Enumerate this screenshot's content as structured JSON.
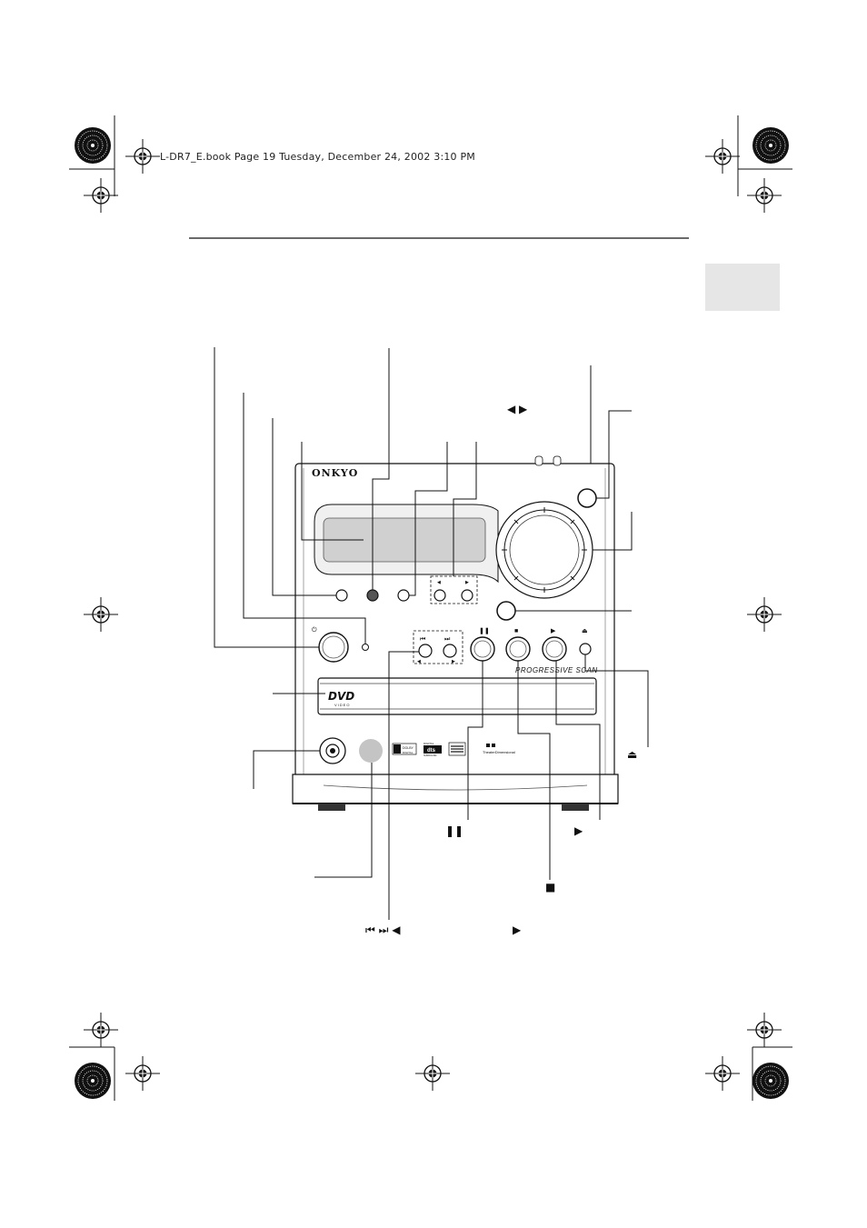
{
  "header": {
    "file_info": "L-DR7_E.book  Page 19  Tuesday, December 24, 2002  3:10 PM"
  },
  "device": {
    "brand": "ONKYO",
    "disc_logo": "DVD",
    "disc_logo_sub": "VIDEO",
    "progressive_scan": "PROGRESSIVE SCAN",
    "dolby_label": "DOLBY",
    "dolby_sub": "DIGITAL",
    "dts_top": "DIGITAL",
    "dts_label": "dts",
    "dts_sub": "SURROUND",
    "theater_label": "TheaterDimensional"
  },
  "callout_symbols": {
    "cursor_lr": "◀ ▶",
    "pause": "❚❚",
    "play": "▶",
    "eject": "⏏",
    "stop": "■",
    "skip_prev_next": "⏮  ⏭  ◀",
    "skip_play": "▶"
  }
}
